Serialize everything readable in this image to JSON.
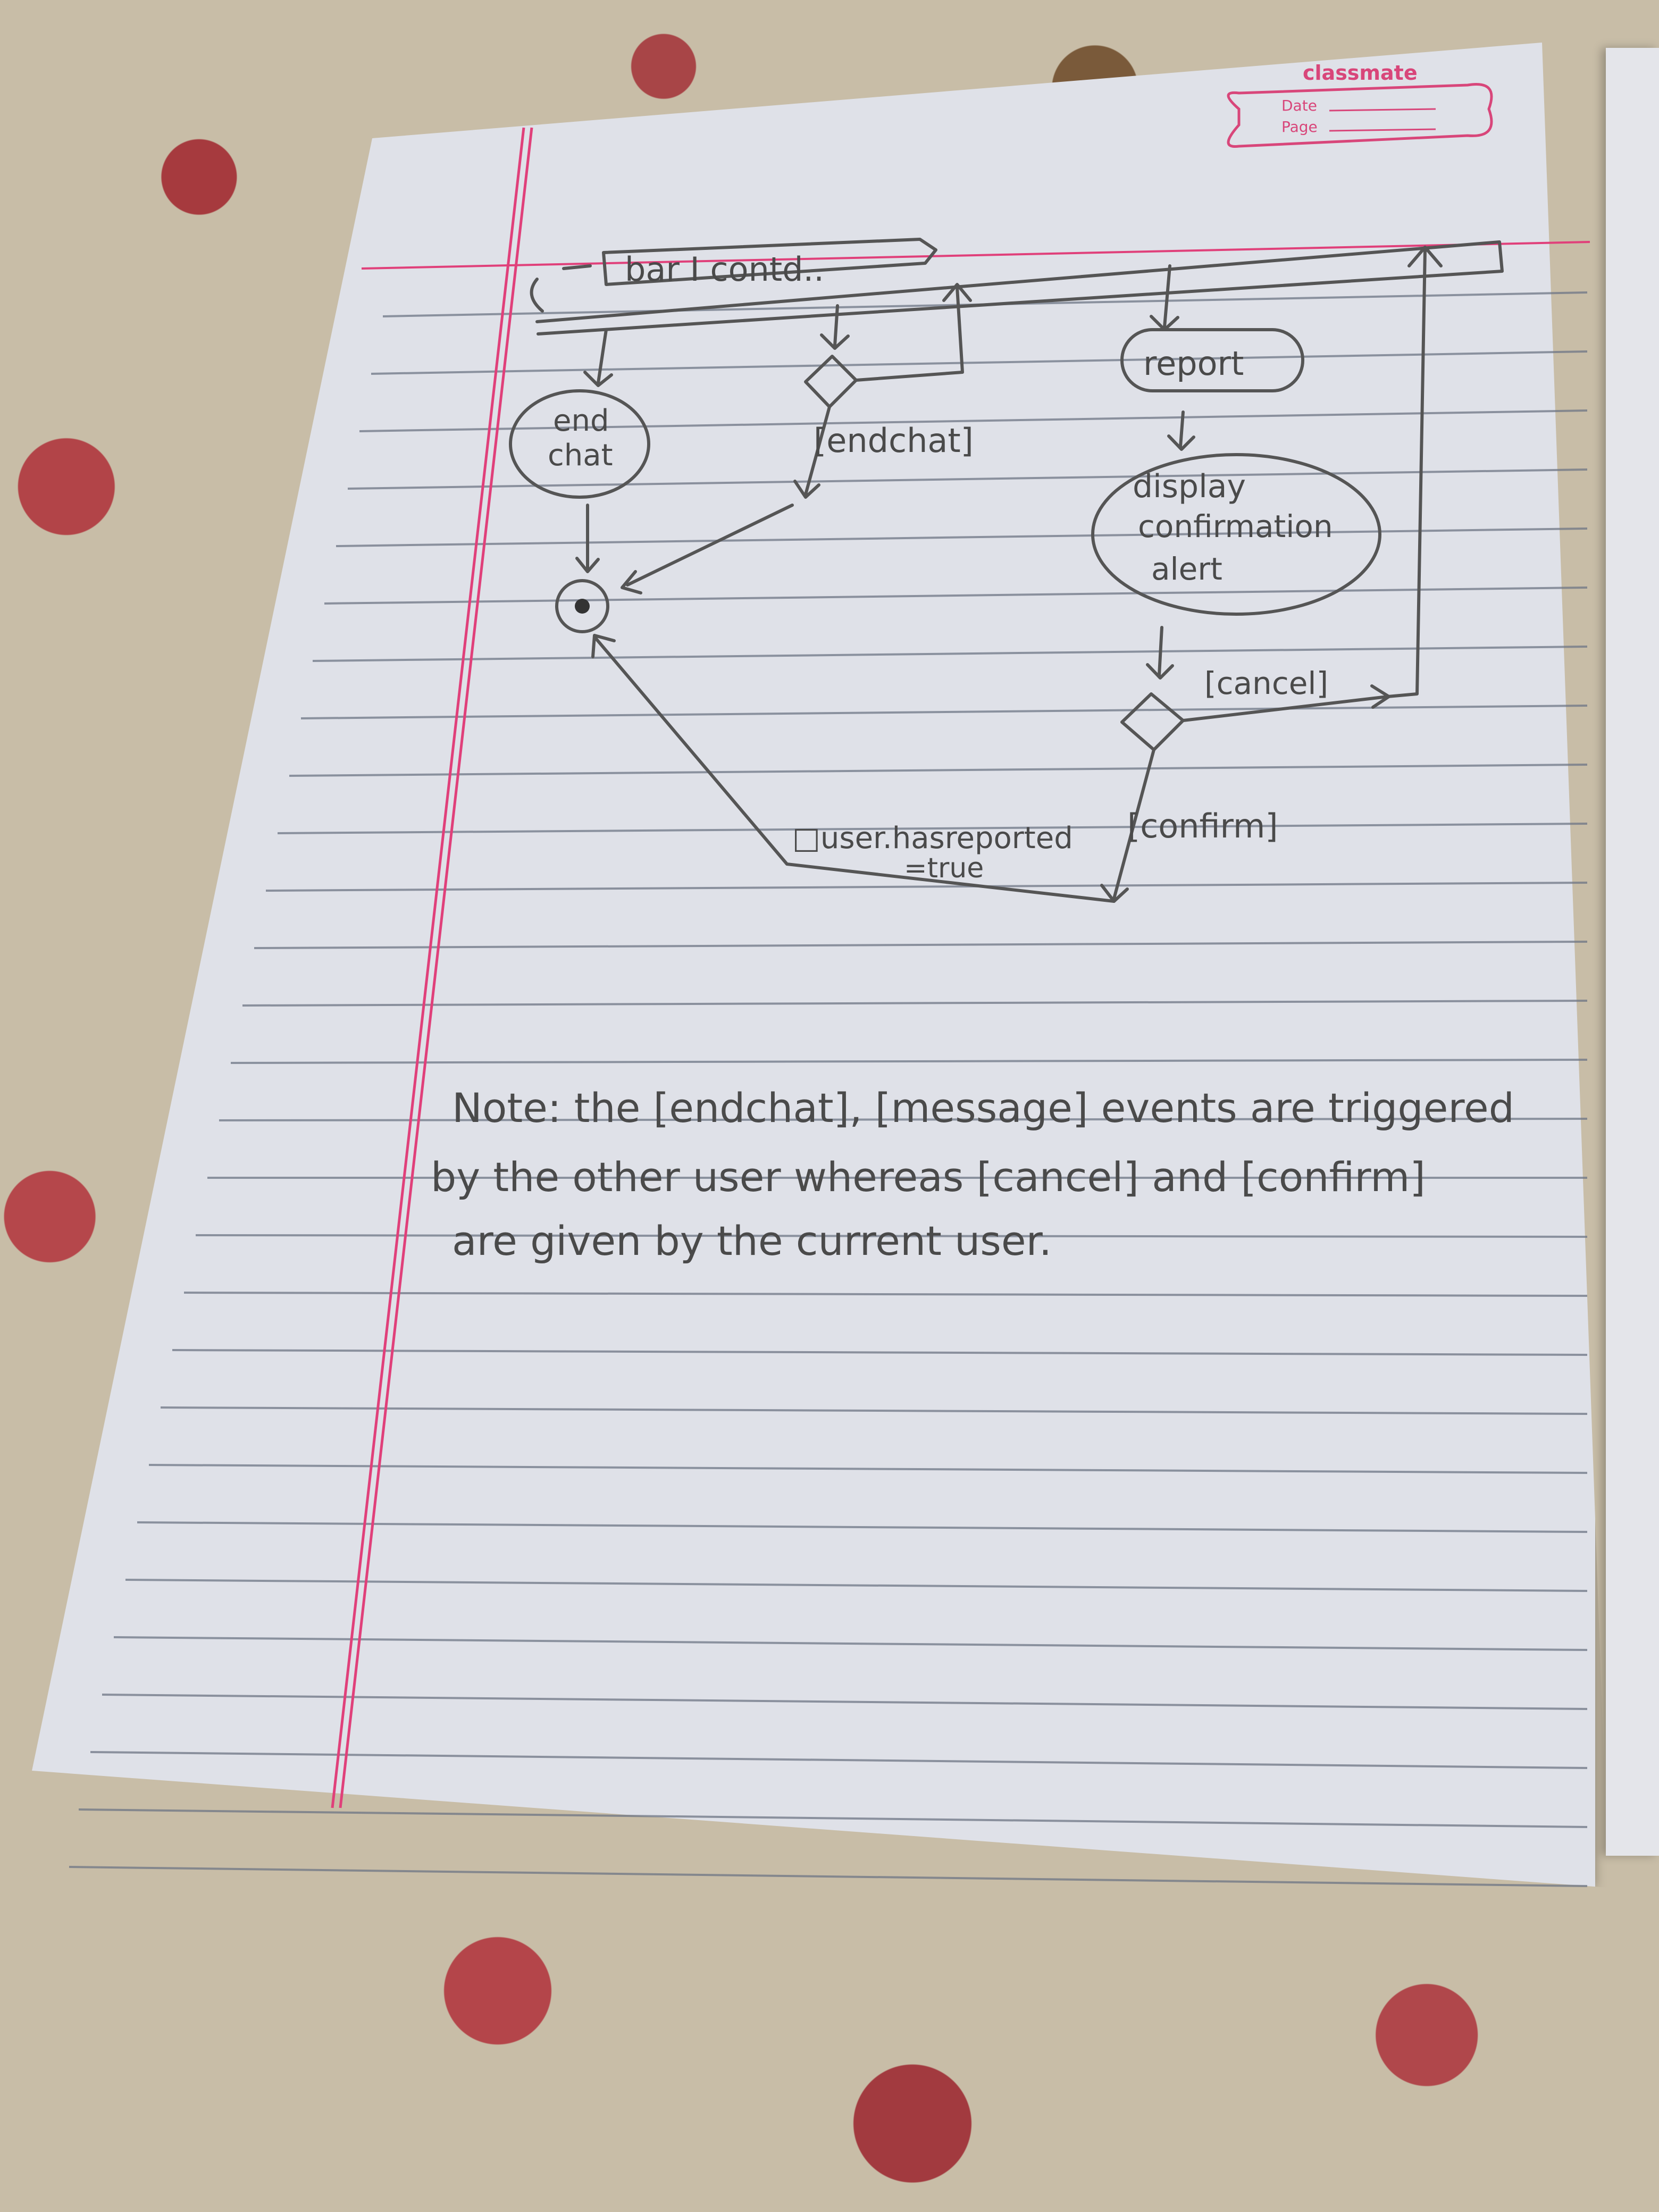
{
  "notebook": {
    "brand": "classmate",
    "date_label": "Date",
    "page_label": "Page"
  },
  "diagram": {
    "signal": "bar I contd..",
    "states": {
      "end_chat_line1": "end",
      "end_chat_line2": "chat",
      "report": "report",
      "display_line1": "display",
      "display_line2": "confirmation",
      "display_line3": "alert"
    },
    "guards": {
      "endchat": "[endchat]",
      "cancel": "[cancel]",
      "confirm": "[confirm]"
    },
    "action_line1": "□user.hasreported",
    "action_line2": "=true"
  },
  "note": {
    "line1": "Note: the [endchat], [message] events are triggered",
    "line2": "by the other user whereas [cancel] and [confirm]",
    "line3": "are given by the current user."
  },
  "colors": {
    "pencil": "#4a4a4a",
    "margin": "#e0407a",
    "rule": "#6e7585",
    "paper": "#dfe1e8"
  }
}
